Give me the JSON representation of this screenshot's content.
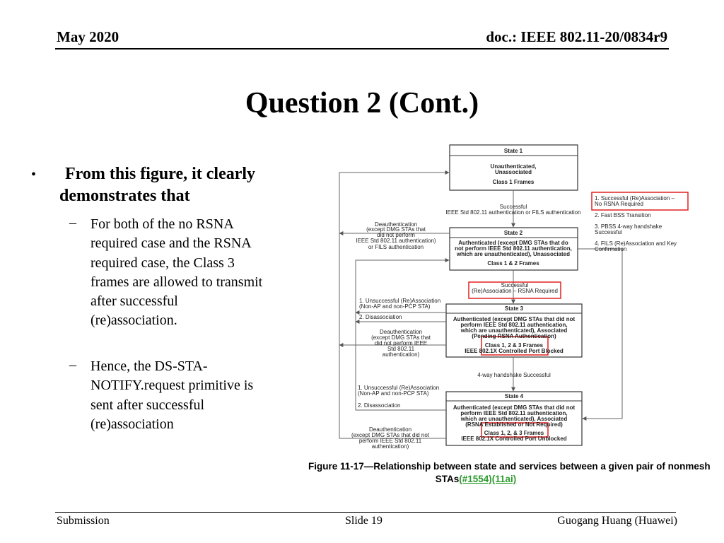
{
  "header": {
    "date": "May 2020",
    "doc": "doc.: IEEE 802.11-20/0834r9"
  },
  "title": "Question 2 (Cont.)",
  "bullet": {
    "marker": "•",
    "text_lines": [
      "From this figure, it clearly",
      "demonstrates that"
    ],
    "subs": [
      {
        "marker": "–",
        "lines": [
          "For both of the no RSNA",
          "required case and the RSNA",
          "required case, the Class 3",
          "frames are allowed to transmit",
          "after successful",
          "(re)association."
        ]
      },
      {
        "marker": "–",
        "lines": [
          "Hence, the DS-STA-",
          "NOTIFY.request primitive is",
          "sent after successful",
          "(re)association"
        ]
      }
    ]
  },
  "diagram": {
    "states": [
      {
        "title": "State 1",
        "lines": [
          "Unauthenticated,",
          "Unassociated"
        ],
        "frames": "Class 1 Frames"
      },
      {
        "title": "State 2",
        "lines": [
          "Authenticated (except DMG STAs that do",
          "not perform IEEE Std 802.11 authentication,",
          "which are unauthenticated), Unassociated"
        ],
        "frames": "Class 1 & 2 Frames"
      },
      {
        "title": "State 3",
        "lines": [
          "Authenticated (except DMG STAs that did not",
          "perform IEEE Std 802.11 authentication,",
          "which are unauthenticated), Associated",
          "(Pending RSNA Authentication)"
        ],
        "frames": [
          "Class 1, 2 & 3 Frames",
          "IEEE 802.1X Controlled Port Blocked"
        ]
      },
      {
        "title": "State 4",
        "lines": [
          "Authenticated (except DMG STAs that did not",
          "perform IEEE Std 802.11 authentication,",
          "which are unauthenticated), Associated",
          "(RSNA Established or Not Required)"
        ],
        "frames": [
          "Class 1, 2, & 3 Frames",
          "IEEE 802.1X Controlled Port Unblocked"
        ]
      }
    ],
    "transitions": {
      "s1_s2": [
        "Successful",
        "IEEE Std 802.11 authentication or FILS authentication"
      ],
      "s2_s3": [
        "Successful",
        "(Re)Association – RSNA Required"
      ],
      "s3_s4": [
        "4-way handshake Successful"
      ],
      "deauth_s2": [
        "Deauthentication",
        "(except DMG STAs that",
        "did not perform",
        "IEEE Std 802.11 authentication)",
        "or FILS authentication"
      ],
      "s3_down": [
        "1. Unsuccessful (Re)Association",
        "(Non-AP and non-PCP STA)"
      ],
      "s3_disassoc": "2. Disassociation",
      "deauth_s3": [
        "Deauthentication",
        "(except DMG STAs that",
        "did not perform IEEE",
        "Std 802.11",
        "authentication)"
      ],
      "s4_down": [
        "1. Unsuccessful (Re)Association",
        "(Non-AP and non-PCP STA)"
      ],
      "s4_disassoc": "2. Disassociation",
      "deauth_s4": [
        "Deauthentication",
        "(except DMG STAs that did not",
        "perform IEEE Std 802.11",
        "authentication)"
      ]
    },
    "right_list": [
      [
        "1. Successful (Re)Association –",
        "No RSNA Required"
      ],
      [
        "2. Fast BSS Transition"
      ],
      [
        "3. PBSS 4-way handshake",
        "Successful"
      ],
      [
        "4. FILS (Re)Association and Key",
        "Confirmation"
      ]
    ],
    "caption_line1": "Figure 11-17—Relationship between state and services between a given pair of nonmesh",
    "caption_line2_prefix": "STAs",
    "caption_link": "(#1554)(11ai)",
    "highlight_color": "#e02020",
    "caption_link_color": "#2e9b2e"
  },
  "footer": {
    "left": "Submission",
    "middle": "Slide 19",
    "right": "Guogang Huang (Huawei)"
  }
}
